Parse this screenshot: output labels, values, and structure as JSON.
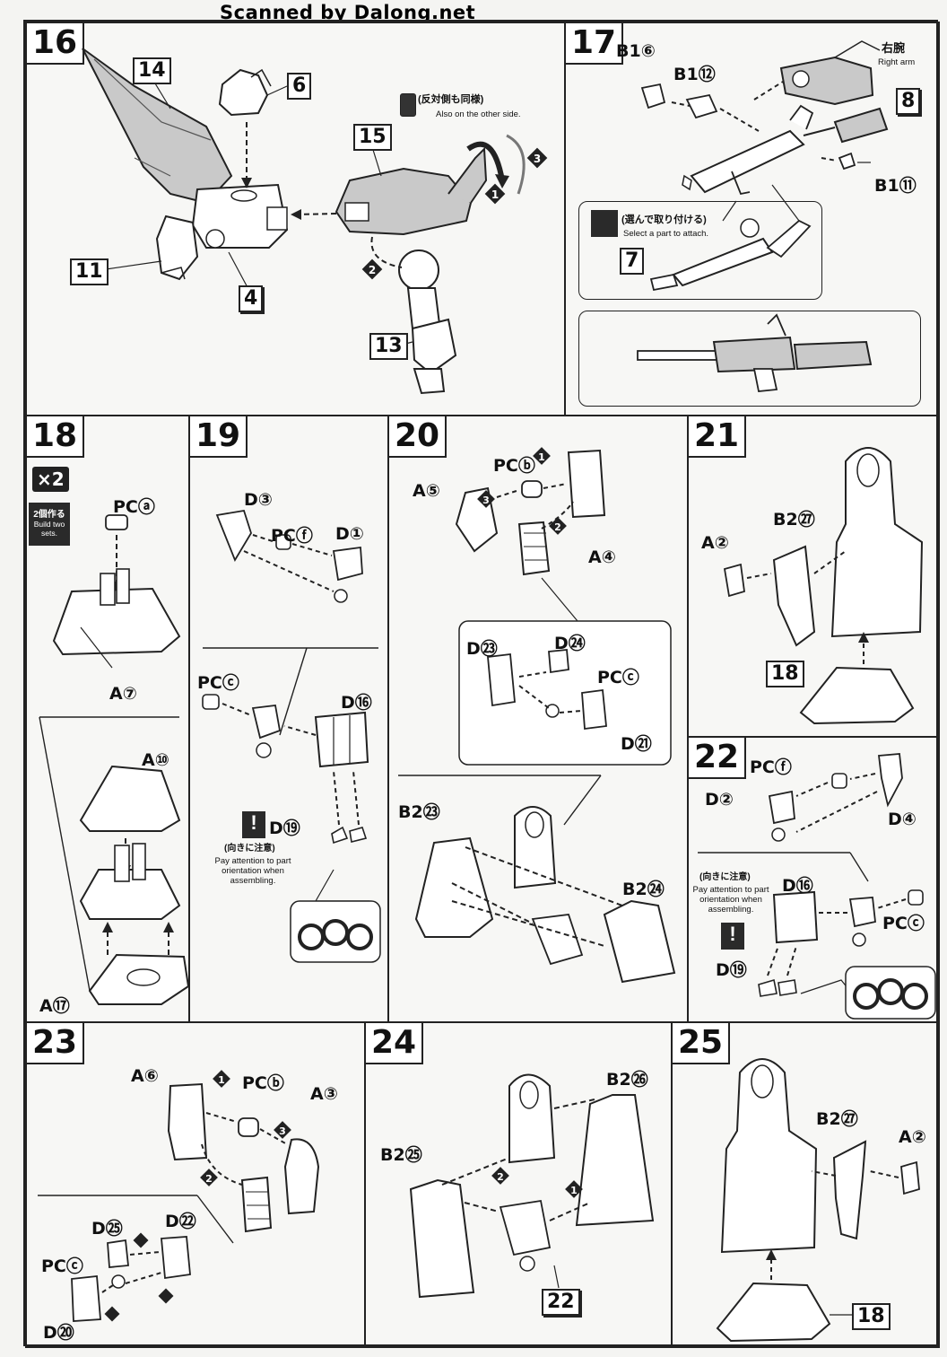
{
  "watermark": "Scanned by Dalong.net",
  "steps": {
    "s16": {
      "num": "16",
      "parts": [
        "14",
        "6",
        "15",
        "11",
        "4",
        "13"
      ],
      "note_jp": "(反対側も同様)",
      "note_en": "Also on the other side.",
      "order": [
        "1",
        "2",
        "3"
      ]
    },
    "s17": {
      "num": "17",
      "labels": [
        "B1⑥",
        "B1⑫",
        "B1⑪"
      ],
      "box": "8",
      "arm_jp": "右腕",
      "arm_en": "Right arm",
      "select_jp": "(選んで取り付ける)",
      "select_en": "Select a part to attach.",
      "option": "7"
    },
    "s18": {
      "num": "18",
      "multiplier": "×2",
      "build_jp": "2個作る",
      "build_en": "Build two sets.",
      "labels": [
        "PCⓐ",
        "A⑦",
        "A⑩",
        "A⑰"
      ]
    },
    "s19": {
      "num": "19",
      "labels": [
        "D③",
        "PCⓕ",
        "D①",
        "PCⓒ",
        "D⑯",
        "D⑲"
      ],
      "caution_jp": "(向きに注意)",
      "caution_en": "Pay attention to part orientation when assembling."
    },
    "s20": {
      "num": "20",
      "labels": [
        "PCⓑ",
        "A⑤",
        "A④",
        "D㉓",
        "D㉔",
        "PCⓒ",
        "D㉑",
        "B2㉓",
        "B2㉔"
      ],
      "order": [
        "1",
        "2",
        "3"
      ]
    },
    "s21": {
      "num": "21",
      "labels": [
        "B2㉗",
        "A②"
      ],
      "box": "18"
    },
    "s22": {
      "num": "22",
      "labels": [
        "PCⓕ",
        "D②",
        "D④",
        "D⑯",
        "PCⓒ",
        "D⑲"
      ],
      "caution_jp": "(向きに注意)",
      "caution_en": "Pay attention to part orientation when assembling."
    },
    "s23": {
      "num": "23",
      "labels": [
        "A⑥",
        "PCⓑ",
        "A③",
        "D㉕",
        "D㉒",
        "PCⓒ",
        "D⑳"
      ],
      "order": [
        "1",
        "2",
        "3"
      ]
    },
    "s24": {
      "num": "24",
      "labels": [
        "B2㉖",
        "B2㉕"
      ],
      "box": "22",
      "order": [
        "1",
        "2"
      ]
    },
    "s25": {
      "num": "25",
      "labels": [
        "B2㉗",
        "A②"
      ],
      "box": "18"
    }
  }
}
